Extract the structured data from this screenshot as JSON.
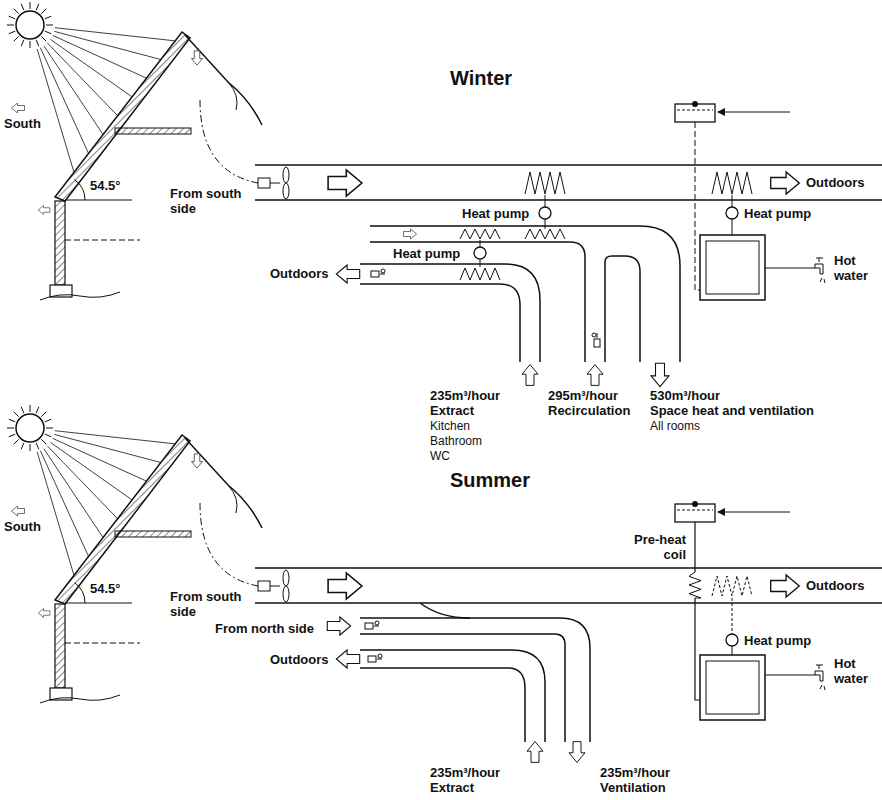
{
  "diagram": {
    "labels": [
      "South",
      "54.5°",
      "Winter",
      "From south side",
      "Heat pump",
      "Heat pump",
      "Outdoors",
      "Heat pump",
      "Outdoors",
      "Hot water",
      "235m³/hour",
      "Extract",
      "Kitchen",
      "Bathroom",
      "WC",
      "295m³/hour",
      "Recirculation",
      "530m³/hour",
      "Space heat and ventilation",
      "All rooms",
      "South",
      "54.5°",
      "Summer",
      "From south side",
      "Pre-heat coil",
      "Outdoors",
      "Heat pump",
      "From north side",
      "Outdoors",
      "Hot water",
      "235m³/hour",
      "Extract",
      "235m³/hour",
      "Ventilation"
    ]
  }
}
